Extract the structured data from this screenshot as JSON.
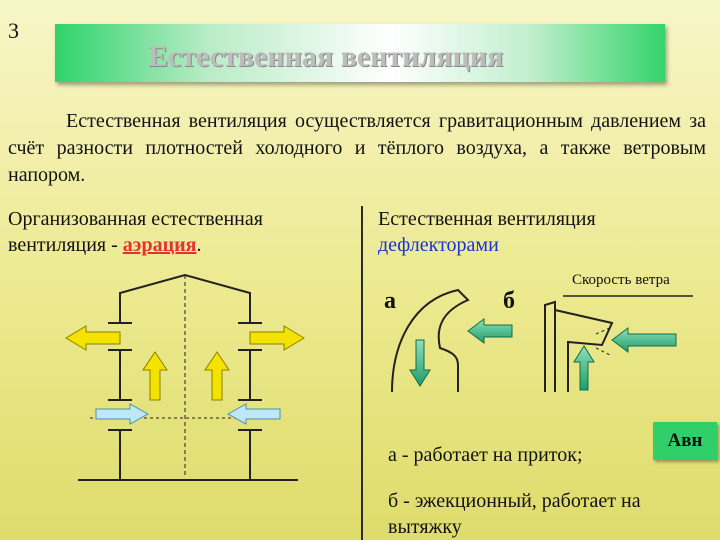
{
  "slide_number": "3",
  "title": "Естественная вентиляция",
  "intro": "Естественная вентиляция осуществляется гравитационным давлением за счёт разности плотностей холодного и тёплого воздуха, а также ветровым напором.",
  "left_caption": {
    "text": "Организованная естественная вентиляция - ",
    "highlight": "аэрация",
    "suffix": "."
  },
  "right_caption": {
    "text": "Естественная вентиляция",
    "highlight": "дефлекторами"
  },
  "deflector_labels": {
    "a": "а",
    "b": "б"
  },
  "wind_speed_label": "Скорость ветра",
  "avn_label": "Авн",
  "notes": {
    "a": "а - работает на приток;",
    "b": "б - эжекционный, работает на вытяжку"
  },
  "colors": {
    "title_bar": "#31d06a",
    "highlight_red": "#e53030",
    "highlight_blue": "#1733d9",
    "arrow_yellow": "#f4e200",
    "arrow_light_blue": "#bfe8f7",
    "arrow_teal": "#2fbf8a"
  }
}
